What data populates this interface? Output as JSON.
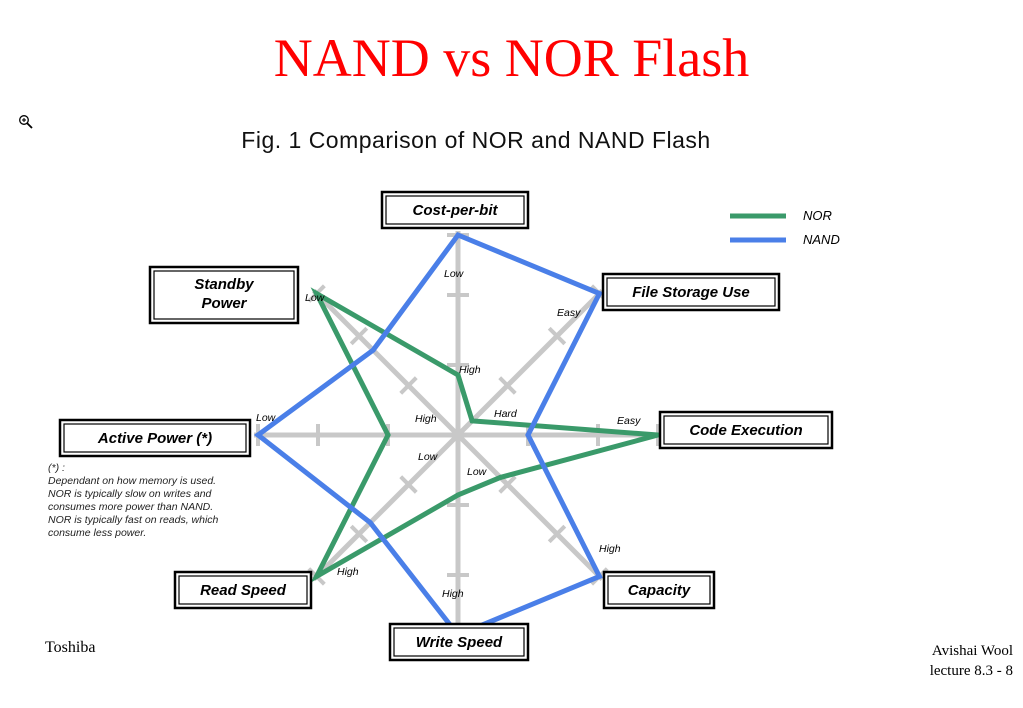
{
  "slide": {
    "title": "NAND vs NOR Flash",
    "footer_left": "Toshiba",
    "footer_right_line1": "Avishai Wool",
    "footer_right_line2": "lecture 8.3  - 8"
  },
  "chart_data": {
    "type": "radar",
    "title": "Fig. 1  Comparison of NOR and NAND Flash",
    "axes": [
      {
        "name": "Cost-per-bit",
        "inner_label": "High",
        "outer_label": "Low"
      },
      {
        "name": "File Storage Use",
        "inner_label": "Hard",
        "outer_label": "Easy"
      },
      {
        "name": "Code Execution",
        "inner_label": "",
        "outer_label": "Easy"
      },
      {
        "name": "Capacity",
        "inner_label": "Low",
        "outer_label": "High"
      },
      {
        "name": "Write Speed",
        "inner_label": "",
        "outer_label": "High"
      },
      {
        "name": "Read Speed",
        "inner_label": "Low",
        "outer_label": "High"
      },
      {
        "name": "Active Power (*)",
        "inner_label": "High",
        "outer_label": "Low"
      },
      {
        "name": "Standby Power",
        "inner_label": "",
        "outer_label": "Low"
      }
    ],
    "series": [
      {
        "name": "NOR",
        "color": "#3a9a6a",
        "values": [
          0.3,
          0.1,
          1.0,
          0.3,
          0.3,
          1.0,
          0.35,
          1.0
        ]
      },
      {
        "name": "NAND",
        "color": "#4a7fe8",
        "values": [
          1.0,
          1.0,
          0.35,
          1.0,
          1.0,
          0.62,
          1.0,
          0.6
        ]
      }
    ],
    "scale": {
      "min": 0,
      "max": 1,
      "ticks": [
        0.35,
        0.7,
        1.0
      ]
    },
    "legend_position": "top-right",
    "footnote": [
      "(*) :",
      "Dependant on how memory is used.",
      "NOR is typically slow on writes and",
      "consumes more power than NAND.",
      "NOR is typically fast on reads, which",
      "consume less power."
    ]
  }
}
